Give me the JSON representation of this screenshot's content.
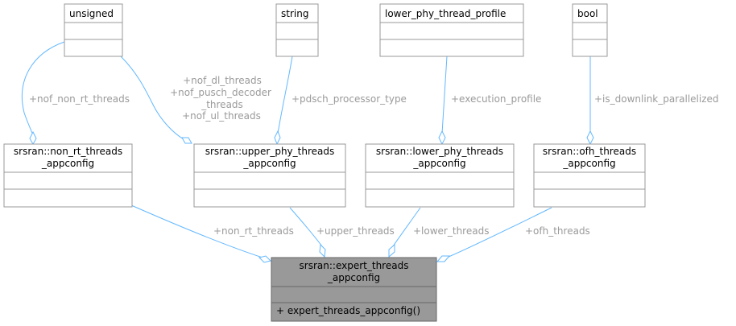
{
  "classes": {
    "unsigned": {
      "name": "unsigned"
    },
    "string": {
      "name": "string"
    },
    "lower_phy_thread_profile": {
      "name": "lower_phy_thread_profile"
    },
    "bool": {
      "name": "bool"
    },
    "non_rt": {
      "name_line1": "srsran::non_rt_threads",
      "name_line2": "_appconfig"
    },
    "upper_phy": {
      "name_line1": "srsran::upper_phy_threads",
      "name_line2": "_appconfig"
    },
    "lower_phy": {
      "name_line1": "srsran::lower_phy_threads",
      "name_line2": "_appconfig"
    },
    "ofh": {
      "name_line1": "srsran::ofh_threads",
      "name_line2": "_appconfig"
    },
    "expert": {
      "name_line1": "srsran::expert_threads",
      "name_line2": "_appconfig",
      "method": "+  expert_threads_appconfig()"
    }
  },
  "edges": {
    "nof_non_rt_threads": "+nof_non_rt_threads",
    "upper_unsigned_line1": "+nof_dl_threads",
    "upper_unsigned_line2": "+nof_pusch_decoder",
    "upper_unsigned_line3": "_threads",
    "upper_unsigned_line4": "+nof_ul_threads",
    "pdsch_processor_type": "+pdsch_processor_type",
    "execution_profile": "+execution_profile",
    "is_downlink_parallelized": "+is_downlink_parallelized",
    "non_rt_threads": "+non_rt_threads",
    "upper_threads": "+upper_threads",
    "lower_threads": "+lower_threads",
    "ofh_threads": "+ofh_threads"
  },
  "colors": {
    "edge": "#63b8ff",
    "edge_label": "#9a9a9a",
    "main_class_fill": "#999999",
    "class_border": "#999999"
  }
}
